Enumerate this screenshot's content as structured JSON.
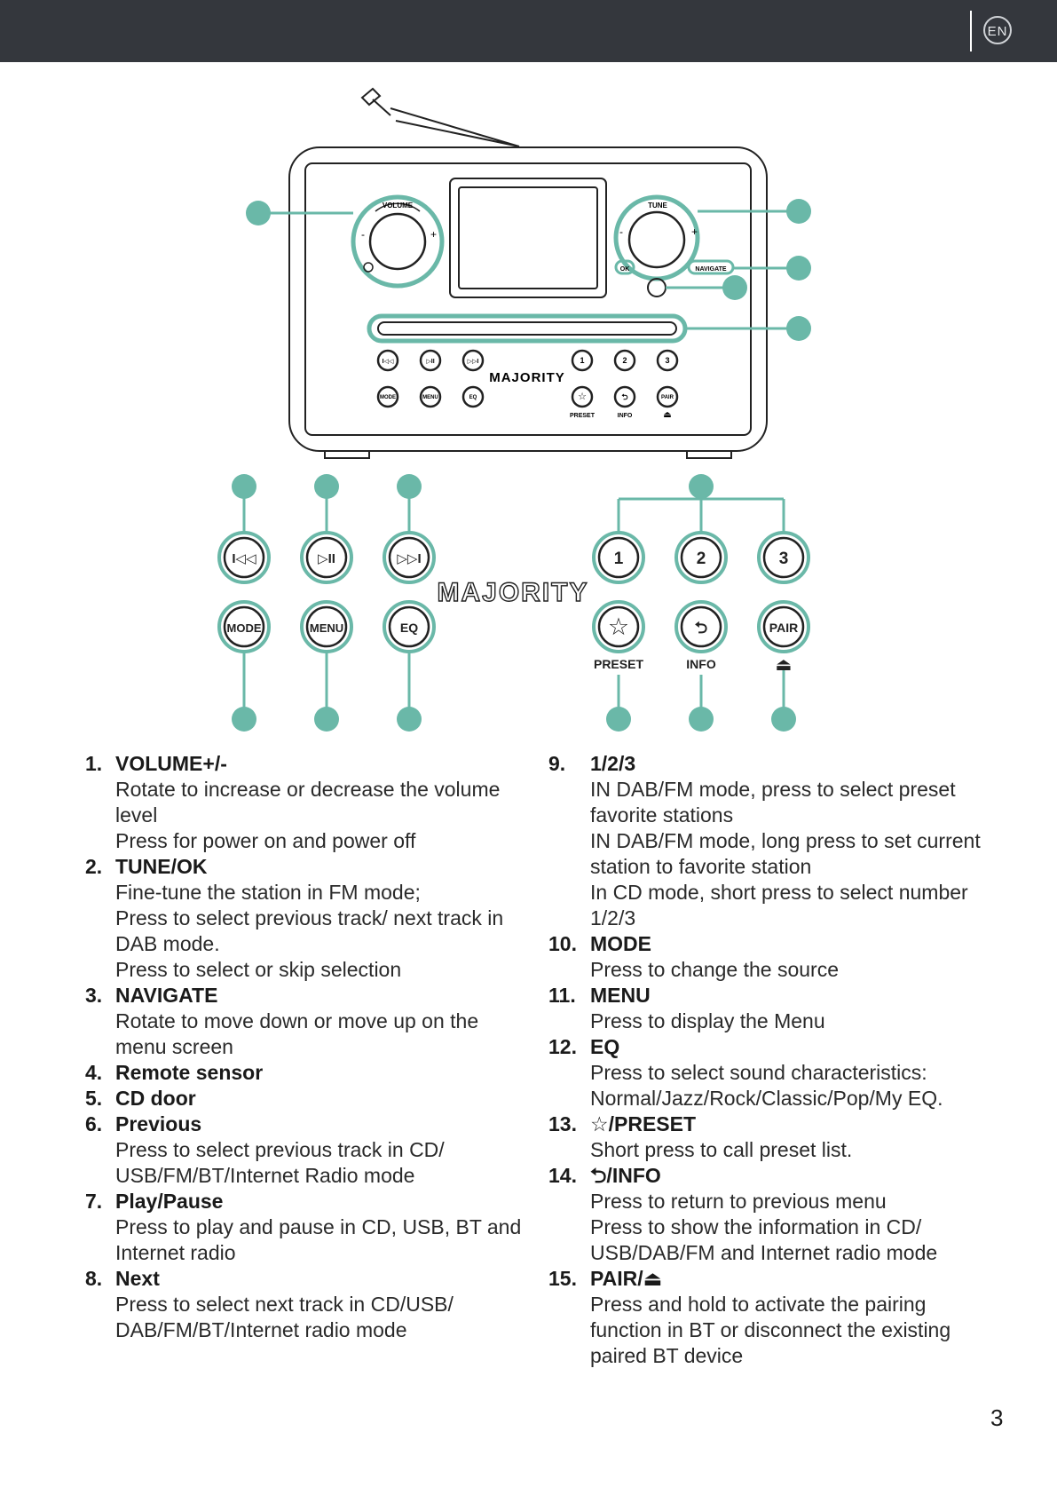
{
  "header": {
    "lang": "EN",
    "accent": "#6ab8a8",
    "bar_color": "#34373d"
  },
  "figure": {
    "brand": "MAJORITY",
    "device_labels": {
      "volume": "VOLUME",
      "tune": "TUNE",
      "ok": "OK",
      "navigate": "NAVIGATE",
      "minus": "-",
      "plus": "+",
      "preset": "PRESET",
      "info": "INFO"
    },
    "buttons": {
      "prev": "I◁◁",
      "play": "▷II",
      "next": "▷▷I",
      "mode": "MODE",
      "menu": "MENU",
      "eq": "EQ",
      "one": "1",
      "two": "2",
      "three": "3",
      "pair": "PAIR",
      "preset_label": "PRESET",
      "info_label": "INFO"
    }
  },
  "items_left": [
    {
      "num": "1.",
      "title": "VOLUME+/-",
      "lines": [
        "Rotate to increase or decrease the volume level",
        "Press for power on and power off"
      ]
    },
    {
      "num": "2.",
      "title": "TUNE/OK",
      "lines": [
        "Fine-tune the station in FM mode;",
        "Press to select previous track/ next track in DAB mode.",
        "Press to select or skip selection"
      ]
    },
    {
      "num": "3.",
      "title": "NAVIGATE",
      "lines": [
        "Rotate to move down or move up on the menu screen"
      ]
    },
    {
      "num": "4.",
      "title": "Remote sensor",
      "lines": []
    },
    {
      "num": "5.",
      "title": "CD door",
      "lines": []
    },
    {
      "num": "6.",
      "title": "Previous",
      "lines": [
        "Press to select previous track in CD/ USB/FM/BT/Internet Radio mode"
      ]
    },
    {
      "num": "7.",
      "title": "Play/Pause",
      "lines": [
        "Press to play and pause in CD, USB, BT and Internet radio"
      ]
    },
    {
      "num": "8.",
      "title": "Next",
      "lines": [
        "Press to select next track in CD/USB/ DAB/FM/BT/Internet radio mode"
      ]
    }
  ],
  "items_right": [
    {
      "num": "9.",
      "title": "1/2/3",
      "lines": [
        "IN DAB/FM mode, press to select preset favorite stations",
        "IN DAB/FM mode, long press to set current station to favorite station",
        "In CD mode, short press to select number 1/2/3"
      ]
    },
    {
      "num": "10.",
      "title": "MODE",
      "lines": [
        "Press to change the source"
      ]
    },
    {
      "num": "11.",
      "title": "MENU",
      "lines": [
        "Press to display the Menu"
      ]
    },
    {
      "num": "12.",
      "title": "EQ",
      "lines": [
        "Press to select sound characteristics: Normal/Jazz/Rock/Classic/Pop/My EQ."
      ]
    },
    {
      "num": "13.",
      "title": "☆/PRESET",
      "lines": [
        "Short press to call preset list."
      ]
    },
    {
      "num": "14.",
      "title": "⮌/INFO",
      "lines": [
        "Press to return to previous menu",
        "Press to show the information in CD/ USB/DAB/FM and Internet radio mode"
      ]
    },
    {
      "num": "15.",
      "title": "PAIR/⏏",
      "lines": [
        "Press and hold to activate the pairing function in BT or disconnect the existing paired BT device"
      ]
    }
  ],
  "page": {
    "number": "3"
  }
}
